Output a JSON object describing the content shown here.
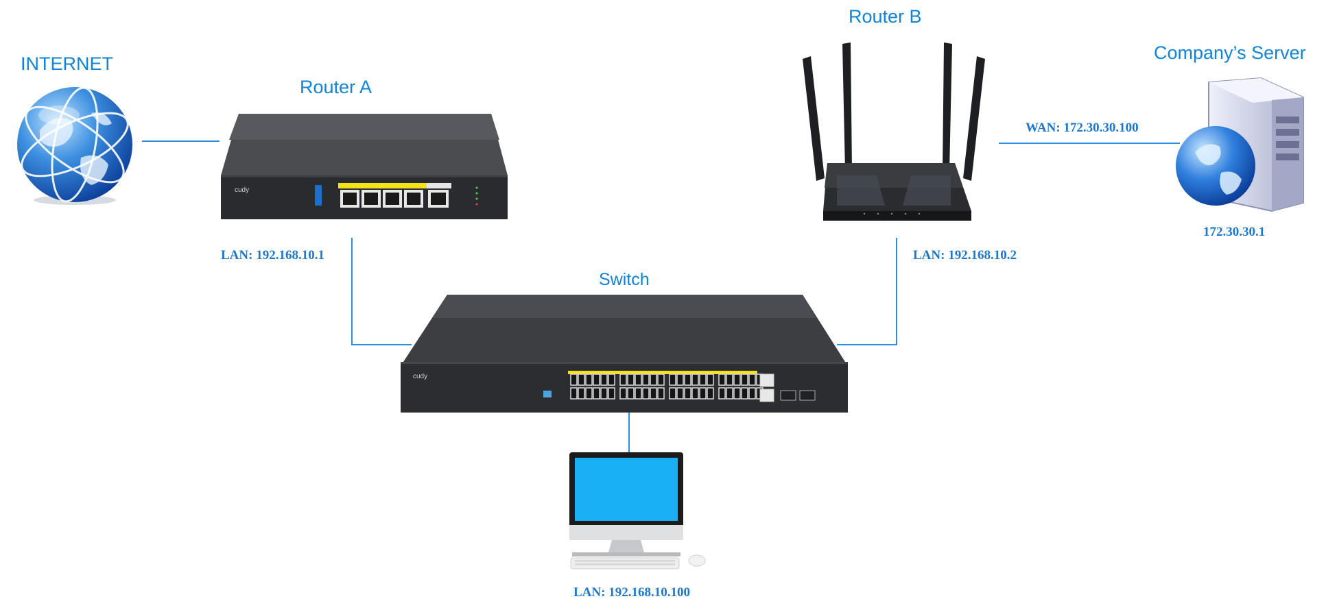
{
  "labels": {
    "internet": "INTERNET",
    "router_a": "Router A",
    "router_b": "Router B",
    "switch": "Switch",
    "server": "Company’s Server"
  },
  "addresses": {
    "router_a_lan": "LAN: 192.168.10.1",
    "router_b_lan": "LAN: 192.168.10.2",
    "router_b_wan": "WAN: 172.30.30.100",
    "server_ip": "172.30.30.1",
    "pc_lan": "LAN: 192.168.10.100"
  },
  "device_brand": "cudy",
  "colors": {
    "label": "#0f84dc",
    "address": "#1a78d2",
    "link": "#2a8fe4",
    "port_yellow": "#f6e21a",
    "screen": "#1ab0f5"
  }
}
